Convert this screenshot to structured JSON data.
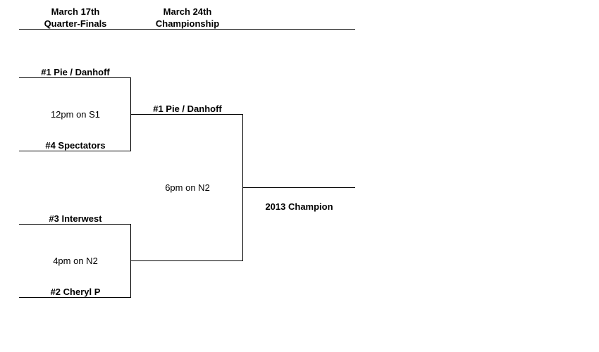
{
  "headers": {
    "quarterfinals_date": "March 17th",
    "quarterfinals_label": "Quarter-Finals",
    "championship_date": "March 24th",
    "championship_label": "Championship"
  },
  "bracket": {
    "qf1": {
      "top_team": "#1 Pie / Danhoff",
      "game_time": "12pm on S1",
      "bottom_team": "#4 Spectators"
    },
    "qf2": {
      "top_team": "#3 Interwest",
      "game_time": "4pm on N2",
      "bottom_team": "#2 Cheryl P"
    },
    "final": {
      "top_team": "#1 Pie / Danhoff",
      "game_time": "6pm on N2",
      "bottom_team": ""
    },
    "champion_label": "2013 Champion"
  }
}
